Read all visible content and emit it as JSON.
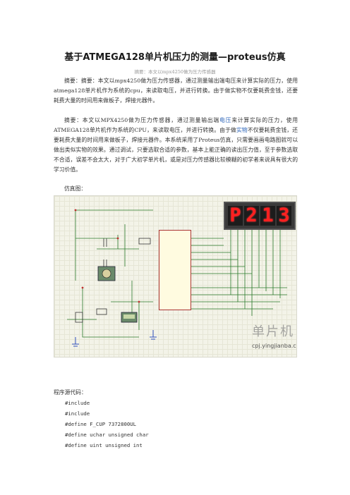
{
  "document": {
    "title": "基于ATMEGA128单片机压力的测量—proteus仿真",
    "subtitle": "摘要：本文以mpx4250做为压力传感器",
    "paragraphs": [
      {
        "text_a": "摘要：摘要：本文以mpx4250做为压力传感器，通过测量输出端电压来计算实际的压力，使用atmega128单片机作为系统的cpu，来读取电压，并进行转换。由于做实物不仅要耗费金钱，还要耗费大量的时间用来做板子，焊接元器件。"
      },
      {
        "text_a": "摘要：本文以MPX4250做为压力传感器，通过测量输出端",
        "link_1": "电压",
        "text_b": "来计算实际的压力，使用ATMEGA128单片机作为系统的CPU，来读取电压，并进行转换。由于做",
        "link_2": "实物",
        "text_c": "不仅要耗费金钱，还要耗费大量的时间用来做板子，焊接元器件。本系统采用了Proteus仿真，只需要画画电路图就可以做出类似实物的效果。通过调试，只要选取合适的参数，基本上能正确的读出压力值，至于参数选取不合适，误差不会太大，对于广大初学单片机，或是对压力传感器比较模糊的初学者来说具有很大的学习价值。"
      }
    ],
    "figure_label": "仿真图：",
    "source_label": "程序源代码：",
    "code_lines": [
      "#include",
      "#include",
      "#define F_CUP 7372800UL",
      "#define uchar unsigned char",
      "#define uint unsigned int"
    ]
  },
  "simulation": {
    "display_digits": [
      "P",
      "2",
      "1",
      "3"
    ],
    "watermark": "单片机",
    "watermark_url": "cpj.yingjianba.cn",
    "led_color": "#ff2020"
  }
}
